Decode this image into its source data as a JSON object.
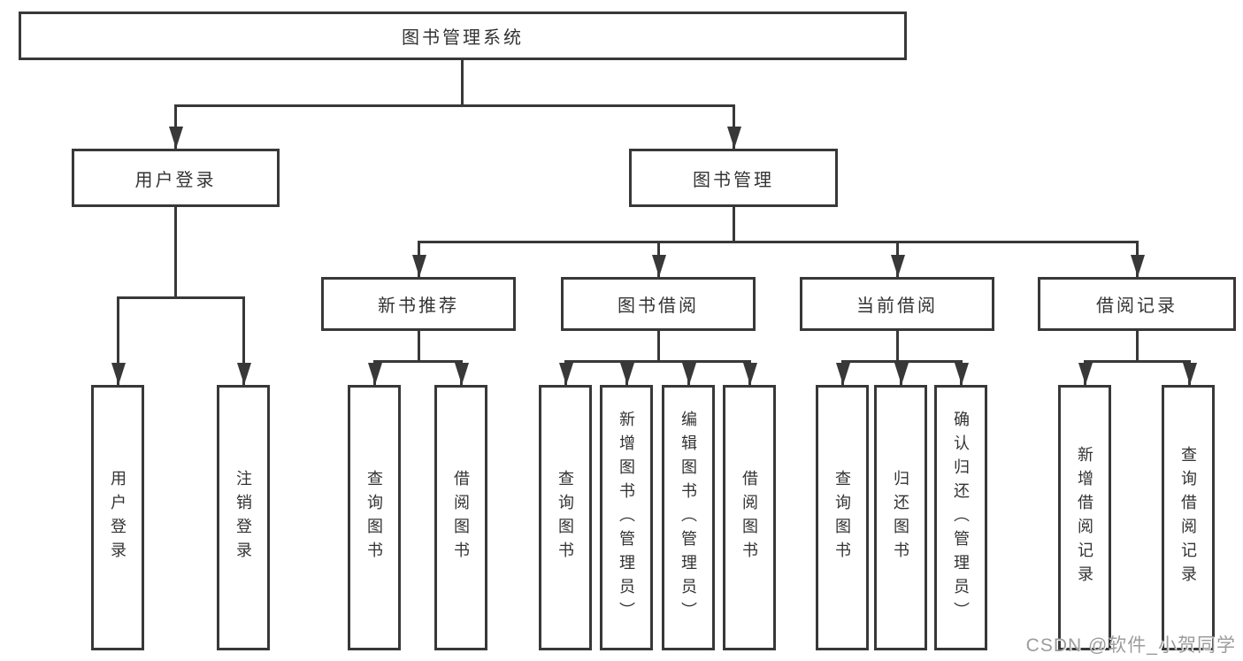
{
  "diagram": {
    "title": "图书管理系统",
    "root": {
      "label": "图书管理系统"
    },
    "level2": [
      {
        "label": "用户登录"
      },
      {
        "label": "图书管理"
      }
    ],
    "level3": [
      {
        "label": "新书推荐"
      },
      {
        "label": "图书借阅"
      },
      {
        "label": "当前借阅"
      },
      {
        "label": "借阅记录"
      }
    ],
    "leaves": [
      {
        "label": "用户登录"
      },
      {
        "label": "注销登录"
      },
      {
        "label": "查询图书"
      },
      {
        "label": "借阅图书"
      },
      {
        "label": "查询图书"
      },
      {
        "label": "新增图书（管理员）"
      },
      {
        "label": "编辑图书（管理员）"
      },
      {
        "label": "借阅图书"
      },
      {
        "label": "查询图书"
      },
      {
        "label": "归还图书"
      },
      {
        "label": "确认归还（管理员）"
      },
      {
        "label": "新增借阅记录"
      },
      {
        "label": "查询借阅记录"
      }
    ],
    "watermark": "CSDN @软件_小贺同学",
    "colors": {
      "line": "#383838",
      "text": "#333333",
      "watermark_text": "#9c9c9c",
      "background": "#ffffff"
    }
  }
}
